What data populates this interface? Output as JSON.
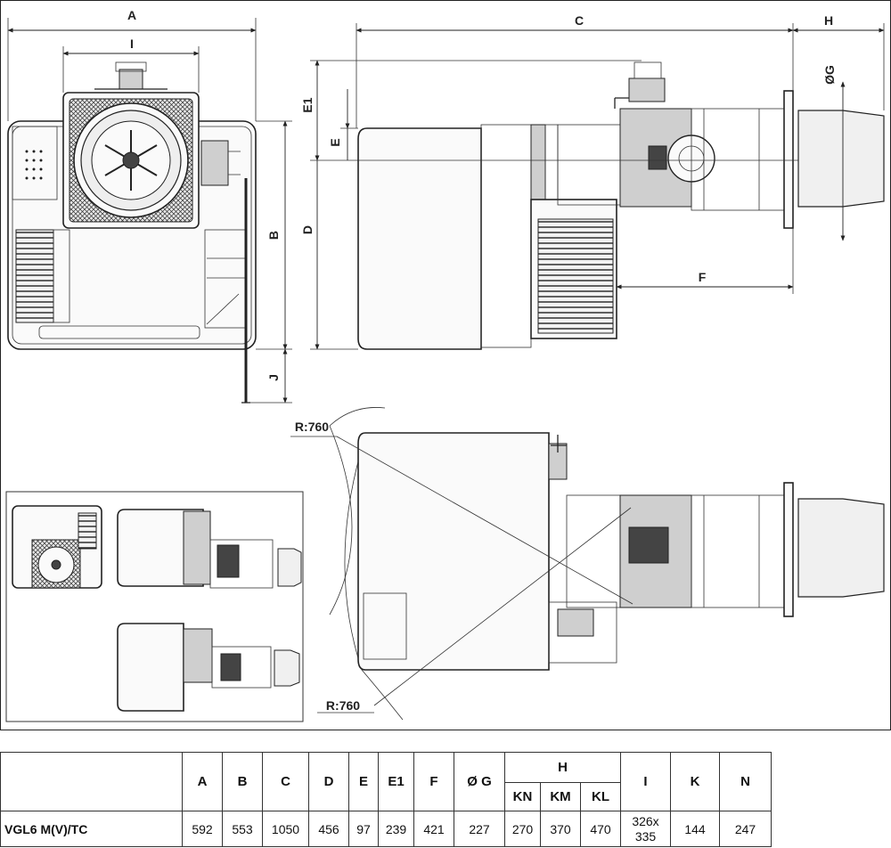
{
  "drawing": {
    "dimension_labels": {
      "A": "A",
      "I": "I",
      "B": "B",
      "J": "J",
      "C": "C",
      "H": "H",
      "E1": "E1",
      "E": "E",
      "D": "D",
      "F": "F",
      "OG": "ØG"
    },
    "radius_labels": [
      "R:760",
      "R:760"
    ]
  },
  "table": {
    "headers": {
      "model": "",
      "A": "A",
      "B": "B",
      "C": "C",
      "D": "D",
      "E": "E",
      "E1": "E1",
      "F": "F",
      "G": "Ø G",
      "H": "H",
      "KN": "KN",
      "KM": "KM",
      "KL": "KL",
      "I": "I",
      "K": "K",
      "N": "N"
    },
    "row": {
      "model": "VGL6 M(V)/TC",
      "A": "592",
      "B": "553",
      "C": "1050",
      "D": "456",
      "E": "97",
      "E1": "239",
      "F": "421",
      "G": "227",
      "KN": "270",
      "KM": "370",
      "KL": "470",
      "I_line1": "326x",
      "I_line2": "335",
      "K": "144",
      "N": "247"
    }
  }
}
